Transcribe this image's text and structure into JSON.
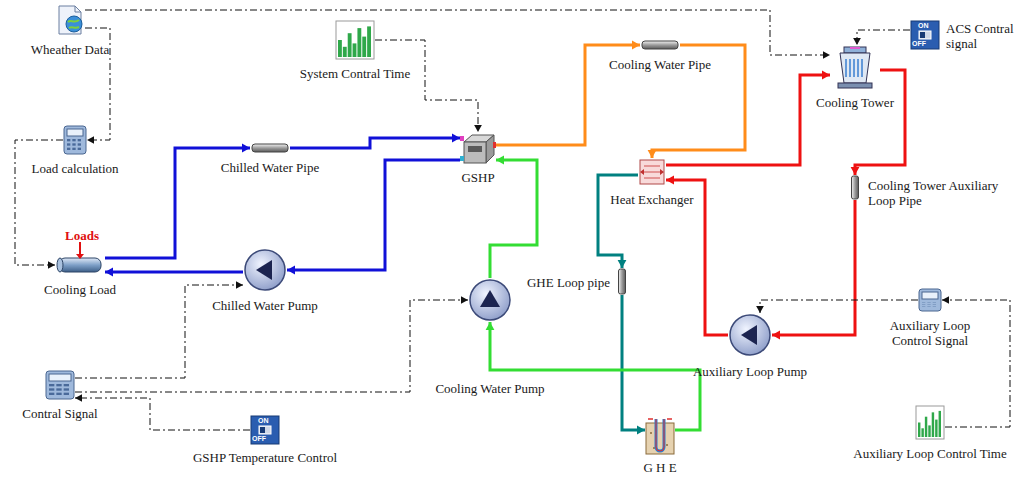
{
  "diagram": {
    "nodes": [
      {
        "text": [
          "Wheather Data"
        ]
      },
      {
        "text": [
          "System Contral Time"
        ]
      },
      {
        "text": [
          "ACS Contral  signal"
        ]
      },
      {
        "text": [
          "Cooling Water Pipe"
        ]
      },
      {
        "text": [
          "Cooling Tower"
        ]
      },
      {
        "text": [
          "Load calculation"
        ]
      },
      {
        "text": [
          "Chilled Water Pipe"
        ]
      },
      {
        "text": [
          "GSHP"
        ]
      },
      {
        "text": [
          "Heat Exchanger"
        ]
      },
      {
        "text": [
          "Cooling Tower Auxiliary Loop Pipe"
        ]
      },
      {
        "text": [
          "Loads",
          "Cooling Load"
        ]
      },
      {
        "text": [
          "Chilled Water Pump"
        ]
      },
      {
        "text": [
          "Cooling Water Pump"
        ]
      },
      {
        "text": [
          "GHE Loop pipe"
        ]
      },
      {
        "text": [
          "Auxiliary Loop Control Signal"
        ]
      },
      {
        "text": [
          "Auxiliary Loop Pump"
        ]
      },
      {
        "text": [
          "Contral Signal"
        ]
      },
      {
        "text": [
          "GSHP Temperature Control"
        ]
      },
      {
        "text": [
          "G H E"
        ]
      },
      {
        "text": [
          "Auxiliary Loop Control Time"
        ]
      }
    ],
    "edges": [
      {
        "from": 10,
        "to": 6,
        "arrow": "to"
      },
      {
        "from": 6,
        "to": 7,
        "arrow": "to"
      },
      {
        "from": 7,
        "to": 11,
        "arrow": "to"
      },
      {
        "from": 11,
        "to": 10,
        "arrow": "to"
      },
      {
        "from": 7,
        "to": 3,
        "arrow": "to"
      },
      {
        "from": 3,
        "to": 8,
        "arrow": "to"
      },
      {
        "from": 8,
        "to": 13,
        "arrow": "to"
      },
      {
        "from": 13,
        "to": 18,
        "arrow": "to"
      },
      {
        "from": 18,
        "to": 12,
        "arrow": "to"
      },
      {
        "from": 12,
        "to": 7,
        "arrow": "to"
      },
      {
        "from": 8,
        "to": 4,
        "arrow": "to"
      },
      {
        "from": 4,
        "to": 9,
        "arrow": "to"
      },
      {
        "from": 9,
        "to": 15,
        "arrow": "to"
      },
      {
        "from": 15,
        "to": 8,
        "arrow": "to"
      },
      {
        "from": 0,
        "to": 5,
        "arrow": "to"
      },
      {
        "from": 5,
        "to": 10,
        "arrow": "to"
      },
      {
        "from": 0,
        "to": 4,
        "arrow": "to"
      },
      {
        "from": 1,
        "to": 7,
        "arrow": "to"
      },
      {
        "from": 2,
        "to": 4,
        "arrow": "to"
      },
      {
        "from": 19,
        "to": 14,
        "arrow": "to"
      },
      {
        "from": 14,
        "to": 15,
        "arrow": "to"
      },
      {
        "from": 16,
        "to": 11,
        "arrow": "to"
      },
      {
        "from": 16,
        "to": 12,
        "arrow": "to"
      },
      {
        "from": 17,
        "to": 16,
        "arrow": "to"
      }
    ],
    "labels": [
      "ON",
      "OFF",
      "ON",
      "OFF"
    ]
  }
}
